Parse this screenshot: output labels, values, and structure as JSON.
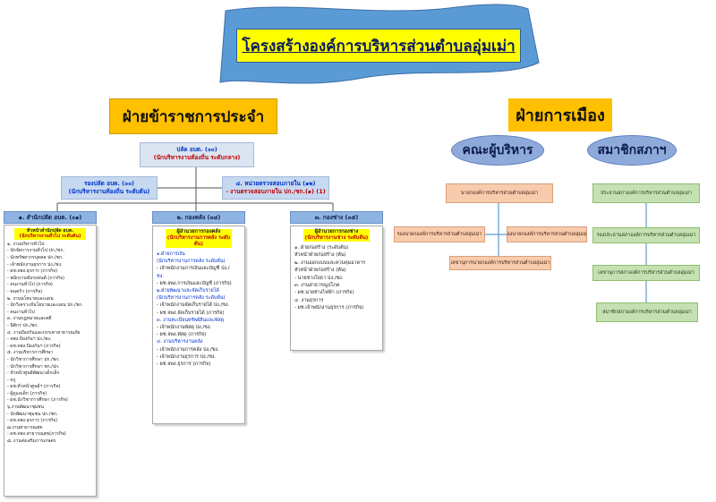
{
  "title": "โครงสร้างองค์การบริหารส่วนตำบลอุ่มเม่า",
  "left_heading": "ฝ่ายข้าราชการประจำ",
  "right_heading": "ฝ่ายการเมือง",
  "palad": {
    "line1": "ปลัด อบต. (๐๐)",
    "line2": "(นักบริหารงานท้องถิ่น ระดับกลาง)"
  },
  "rongpalad": {
    "line1": "รองปลัด อบต. (๐๐)",
    "line2": "(นักบริหารงานท้องถิ่น ระดับต้น)"
  },
  "audit": {
    "line1": "๔. หน่วยตรวจสอบภายใน (๑๒)",
    "line2": "- งานตรวจสอบภายใน ปก./ชก.(๑) (1)"
  },
  "sections": [
    {
      "header": "๑. สำนักปลัด อบต. (๐๑)",
      "head1": "หัวหน้าสำนักปลัด อบต.",
      "head2": "(นักบริหารงานทั่วไป ระดับต้น)",
      "items": [
        "๑. งานบริหารทั่วไป",
        " - นักจัดการงานทั่วไป ปก./ชก.",
        " - นักทรัพยากรบุคคล ปก./ชก.",
        " - เจ้าพนักงานธุรการ ปง./ชง.",
        " - ผช.จพง.ธุรการ (ภารกิจ)",
        " - พนักงานขับรถยนต์ (ภารกิจ)",
        " - คนงานทั่วไป (ภารกิจ)",
        " - คนครัว (ภารกิจ)",
        "๒. งานนโยบายและแผน",
        " - นักวิเคราะห์นโยบายและแผน ปก./ชก.",
        " - คนงานทั่วไป",
        "๓. งานกฎหมายและคดี",
        " - นิติกร ปก./ชก.",
        "๔. งานป้องกันและบรรเทาสาธารณภัย",
        " - จพง.ป้องกันฯ ปง./ชง.",
        " - ผช.จพง.ป้องกันฯ (ภารกิจ)",
        "๕. งานบริหารการศึกษา",
        " - นักวิชาการศึกษา ปก./ชก.",
        " - นักวิชาการศึกษา ชก./ปก.",
        " - หัวหน้าศูนย์พัฒนาเด็กเล็ก",
        " - ครู",
        " - ผช.ทั่วหน้าศูนย์ฯ (ภารกิจ)",
        " - ผู้ดูแลเด็ก (ภารกิจ)",
        " - ผช.นักวิชาการศึกษา (ภารกิจ)",
        "๖.งานพัฒนาชุมชน",
        " - นักพัฒนาชุมชน ปก./ชก.",
        " - ผช.จพง.ธุรการ (ภารกิจ)",
        "๗.งานสาธารณสุข",
        " - ผช.จพง.สาธารณสุข(ภารกิจ)",
        "๘. งานส่งเสริมการเกษตร"
      ]
    },
    {
      "header": "๒. กองคลัง (๐๔)",
      "head1": "ผู้อำนวยการกองคลัง",
      "head2": "(นักบริหารงานการคลัง ระดับต้น)",
      "items": [
        "๑.ฝ่ายการเงิน",
        "(นักบริหารงานการคลัง ระดับต้น)",
        " - เจ้าพนักงานการเงินและบัญชี ปง./",
        "ชง.",
        " - ผช.จพง.การเงินและบัญชี (ภารกิจ)",
        "๒.ฝ่ายพัฒนาและจัดเก็บรายได้",
        "(นักบริหารงานการคลัง ระดับต้น)",
        " - เจ้าพนักงานจัดเก็บรายได้ ปง./ชง.",
        " - ผช.จพง.จัดเก็บรายได้ (ภารกิจ)",
        "๓. งานทะเบียนทรัพย์สินและพัสดุ",
        " - เจ้าพนักงานพัสดุ ปง./ชง.",
        " - ผช.จพง.พัสดุ (ภารกิจ)",
        "๔. งานบริหารงานคลัง",
        " - เจ้าพนักงานการคลัง ปง./ชง.",
        " - เจ้าพนักงานธุรการ ปง./ชง.",
        " - ผช.จพง.ธุรการ (ภารกิจ)"
      ]
    },
    {
      "header": "๓. กองช่าง (๐๕)",
      "head1": "ผู้อำนวยการกองช่าง",
      "head2": "(นักบริหารงานช่าง ระดับต้น)",
      "items": [
        "๑. ฝ่ายก่อสร้าง (ระดับต้น)",
        " หัวหน้าฝ่ายก่อสร้าง (ต้น)",
        "๒. งานออกแบบและควบคุมอาคาร",
        " หัวหน้าฝ่ายก่อสร้าง (ต้น)",
        " - นายช่างโยธา ปง./ชง.",
        "๓. งานสาธารณูปโภค",
        " - ผช.นายช่างไฟฟ้า (ภารกิจ)",
        "๔. งานธุรการ",
        " - ผช.เจ้าพนักงานธุรการ (ภารกิจ)"
      ]
    }
  ],
  "executive": {
    "label": "คณะผู้บริหาร",
    "mayor": "นายกองค์การบริหารส่วนตำบลอุ่มเม่า",
    "deputy_left": "รองนายกองค์การบริหารส่วนตำบลอุ่มเม่า",
    "deputy_right": "รองนายกองค์การบริหารส่วนตำบลอุ่มเม่า",
    "secretary": "เลขานุการนายกองค์การบริหารส่วนตำบลอุ่มเม่า"
  },
  "council": {
    "label": "สมาชิกสภาฯ",
    "items": [
      "ประธานสภาองค์การบริหารส่วนตำบลอุ่มเม่า",
      "รองประธานสภาองค์การบริหารส่วนตำบลอุ่มเม่า",
      "เลขานุการสภาองค์การบริหารส่วนตำบลอุ่มเม่า",
      "สมาชิกสภาองค์การบริหารส่วนตำบลอุ่มเม่า"
    ]
  },
  "colors": {
    "title_bg": "#ffff00",
    "banner": "#5b9bd5",
    "dept_bg": "#ffc000",
    "pill": "#8eaadb",
    "peach": "#f8cbad",
    "green": "#c5e0b3"
  }
}
